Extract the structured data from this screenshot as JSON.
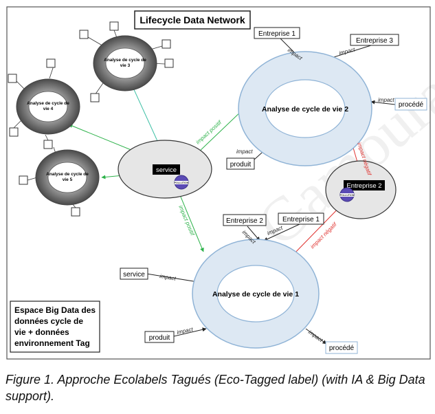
{
  "diagram": {
    "title": "Lifecycle Data Network",
    "big_data_box": [
      "Espace Big Data des",
      "données cycle de",
      "vie + données",
      "environnement Tag"
    ],
    "service_center": "service",
    "enterprise2_center": "Entreprise 2",
    "lca_main": {
      "lca2": "Analyse de cycle de vie 2",
      "lca1": "Analyse de cycle de vie 1"
    },
    "lca_small": {
      "lca3": [
        "Analyse de cycle de",
        "vie 3"
      ],
      "lca4": [
        "Analyse de cycle de",
        "vie 4"
      ],
      "lca5": [
        "Analyse de cycle de",
        "vie 5"
      ]
    },
    "boxes": {
      "ent1_top": "Entreprise 1",
      "ent3_top": "Entreprise 3",
      "procede_top": "procédé",
      "produit_mid": "produit",
      "ent2_bottom": "Entreprise 2",
      "ent1_bottom": "Entreprise 1",
      "service_bottom": "service",
      "produit_bottom": "produit",
      "procede_bottom": "procédé"
    },
    "edge_labels": {
      "impact": "impact",
      "impact_positif": "impact positif",
      "impact_negatif": "impact négatif"
    },
    "badge_text": "POLLUTION",
    "colors": {
      "positive": "#2db24a",
      "positive_teal": "#3cbfa4",
      "negative": "#e0322f",
      "lca_fill": "#dde8f3",
      "lca_stroke": "#8fb3d6",
      "ring_dark": "#6b6b6b",
      "center_fill": "#e6e6e6",
      "badge": "#5b4bb5"
    }
  },
  "caption": "Figure 1. Approche Ecolabels Tagués (Eco-Tagged label) (with IA & Big Data support).",
  "watermark": "Gamoura Tr"
}
